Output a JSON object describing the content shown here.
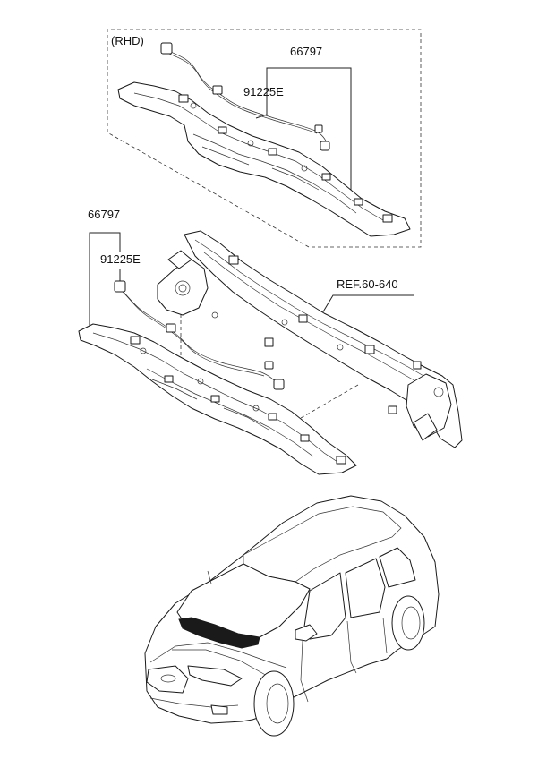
{
  "rhd_inset": {
    "label": "(RHD)",
    "part_number_main": "66797",
    "part_number_wire": "91225E"
  },
  "main_assembly": {
    "part_number_main": "66797",
    "part_number_wire": "91225E",
    "reference": "REF.60-640"
  },
  "icons": [
    "dash-panel-assembly",
    "wiring-harness",
    "cowl-panel",
    "vehicle-illustration"
  ]
}
